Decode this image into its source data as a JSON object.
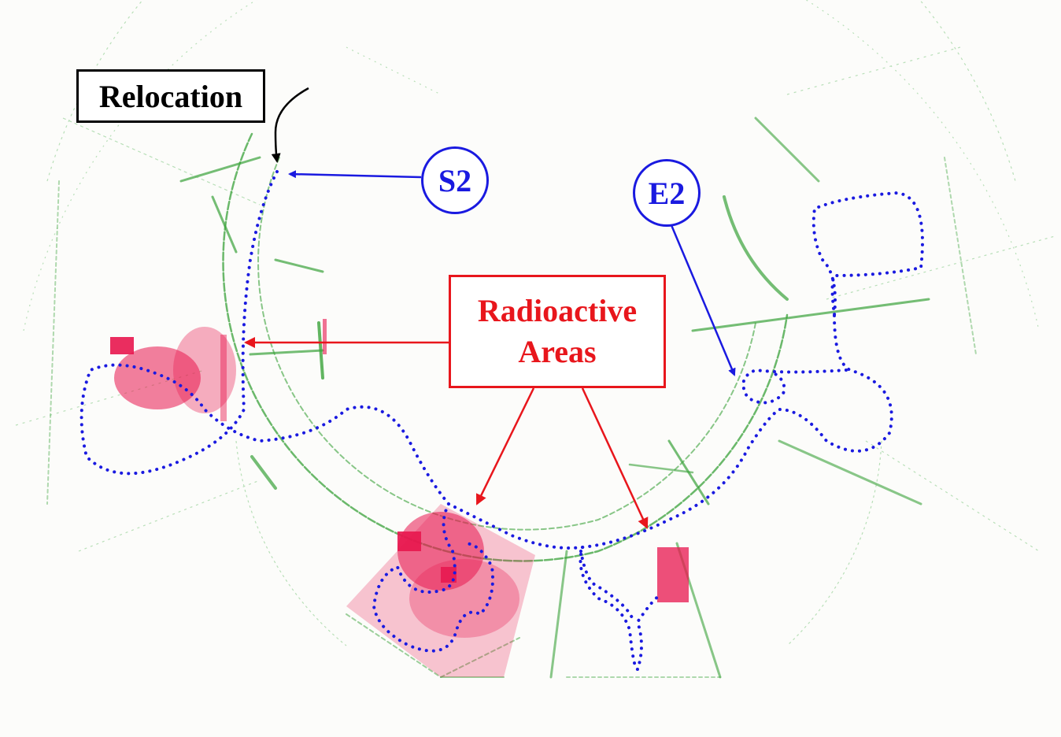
{
  "labels": {
    "relocation": "Relocation",
    "start": "S2",
    "end": "E2",
    "radioactive_line1": "Radioactive",
    "radioactive_line2": "Areas"
  },
  "colors": {
    "background": "#fcfcfa",
    "point_cloud": "#3aa23a",
    "point_cloud_faint": "#a8d8a8",
    "radiation": "#e8164e",
    "trajectory": "#1a1ae0",
    "annotation_red": "#e8161c",
    "annotation_black": "#000000"
  }
}
